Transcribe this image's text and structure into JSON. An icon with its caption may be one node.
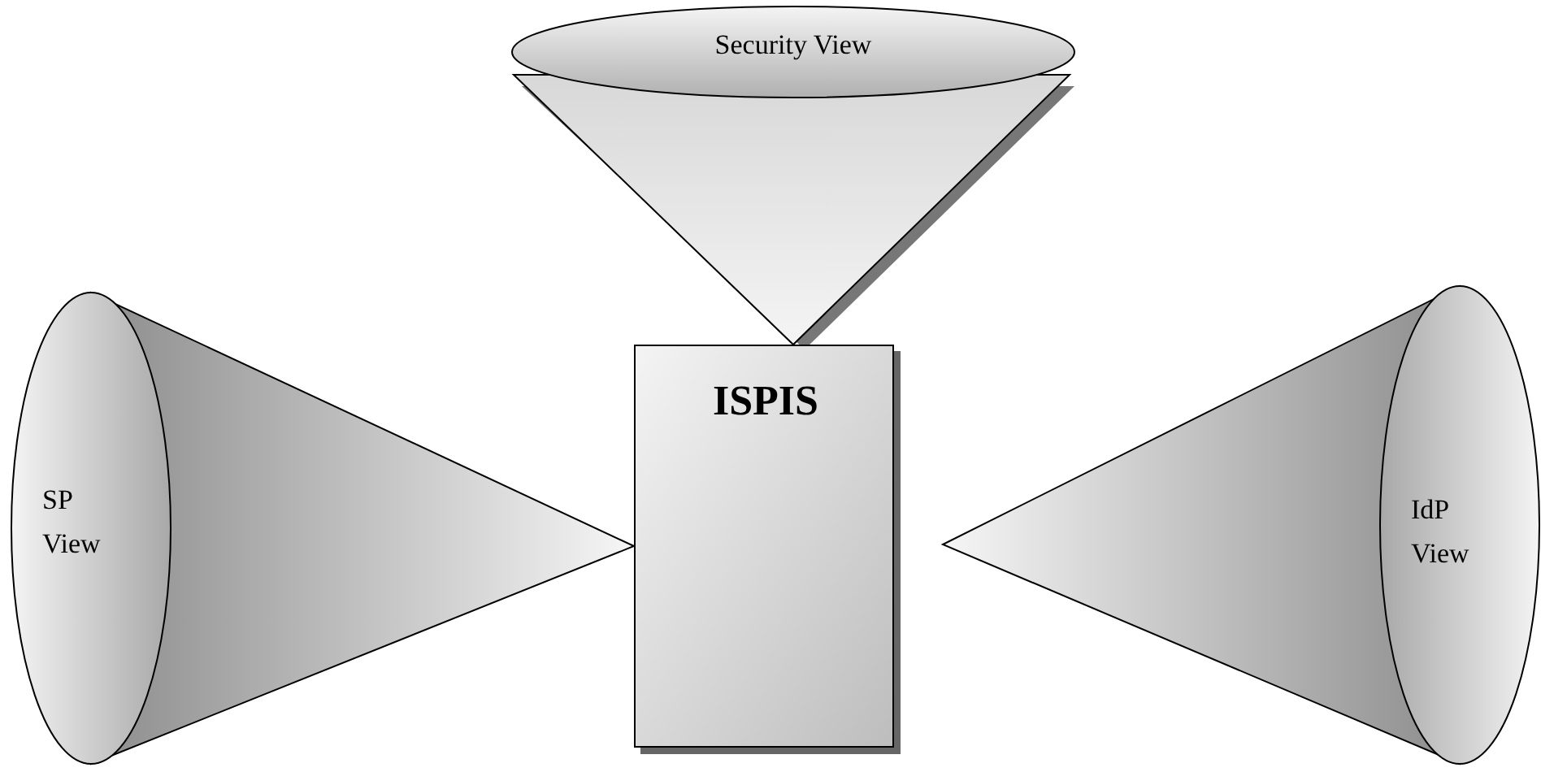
{
  "diagram": {
    "nodes": [
      {
        "text": [
          "Security View"
        ]
      },
      {
        "text": [
          "SP View"
        ]
      },
      {
        "text": [
          "IdP View"
        ]
      },
      {
        "text": [
          "ISPIS"
        ]
      }
    ]
  }
}
